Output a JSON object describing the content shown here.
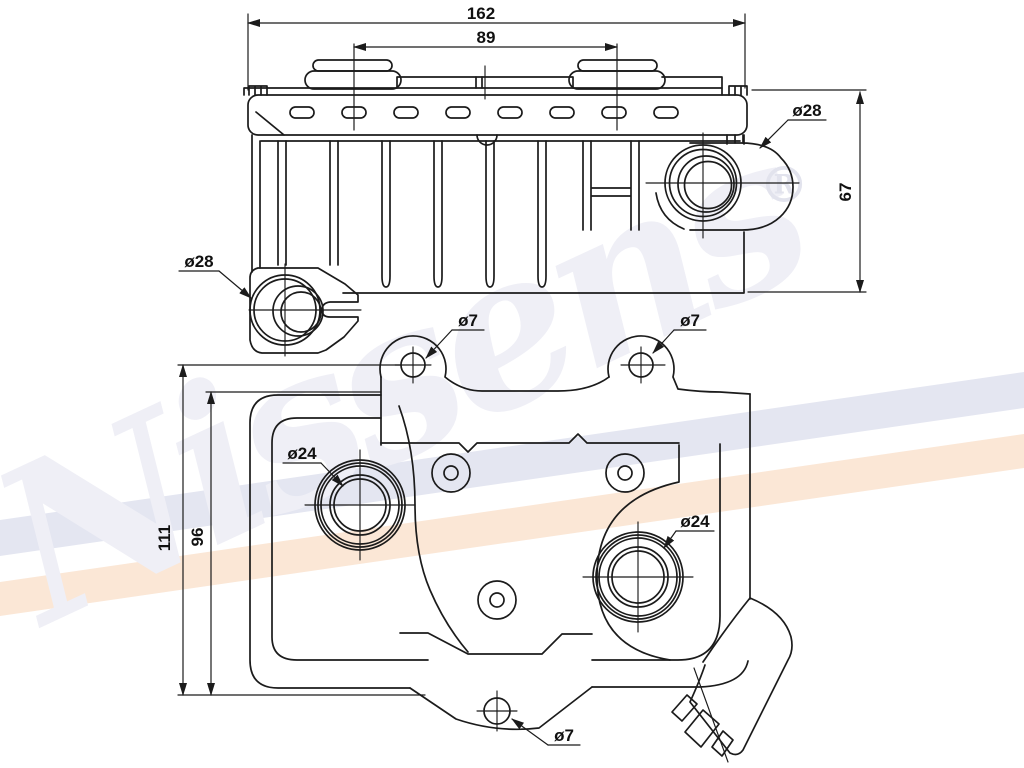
{
  "page": {
    "background_color": "#ffffff"
  },
  "watermark": {
    "brand_text": "Nissens",
    "registered_mark": "®",
    "brand_color": "#efeff6",
    "registered_color": "#e2e3ed",
    "stripe_top_color": "#e4e6f1",
    "stripe_bottom_color": "#fbe7d6"
  },
  "drawing": {
    "line_color": "#1b1b1b",
    "dimensions": {
      "overall_width": "162",
      "pad_spacing": "89",
      "side_height": "67",
      "left_port_diameter": "ø28",
      "right_port_diameter": "ø28",
      "overall_height": "111",
      "inner_height": "96",
      "left_boss_diameter": "ø24",
      "right_boss_diameter": "ø24",
      "top_left_hole_diameter": "ø7",
      "top_right_hole_diameter": "ø7",
      "bottom_hole_diameter": "ø7"
    }
  }
}
